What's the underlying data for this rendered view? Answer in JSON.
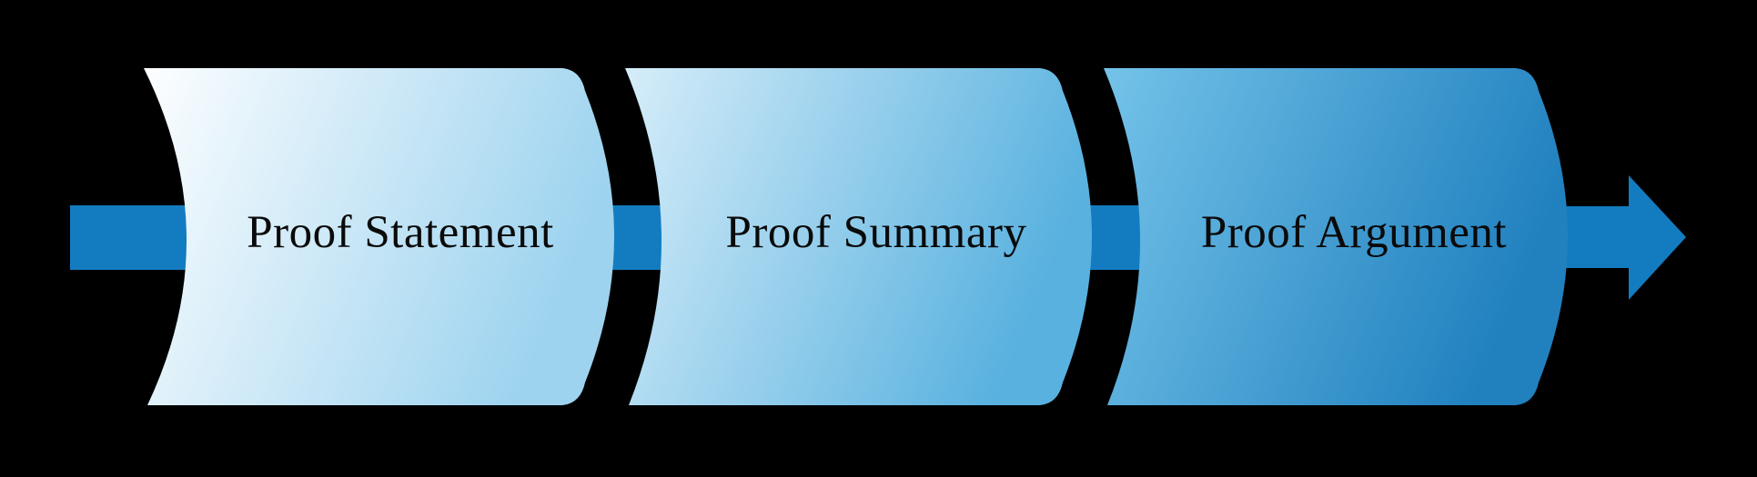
{
  "diagram": {
    "type": "process-flow",
    "direction": "left-to-right",
    "background_color": "#000000",
    "accent_color": "#137cc0",
    "label_color": "#0a0a0a",
    "steps": [
      {
        "label": "Proof Statement",
        "fill_start": "#fdfeff",
        "fill_end": "#9dd3ef"
      },
      {
        "label": "Proof Summary",
        "fill_start": "#d6edf9",
        "fill_end": "#58b1df"
      },
      {
        "label": "Proof Argument",
        "fill_start": "#74c3e9",
        "fill_end": "#2181bf"
      }
    ]
  }
}
